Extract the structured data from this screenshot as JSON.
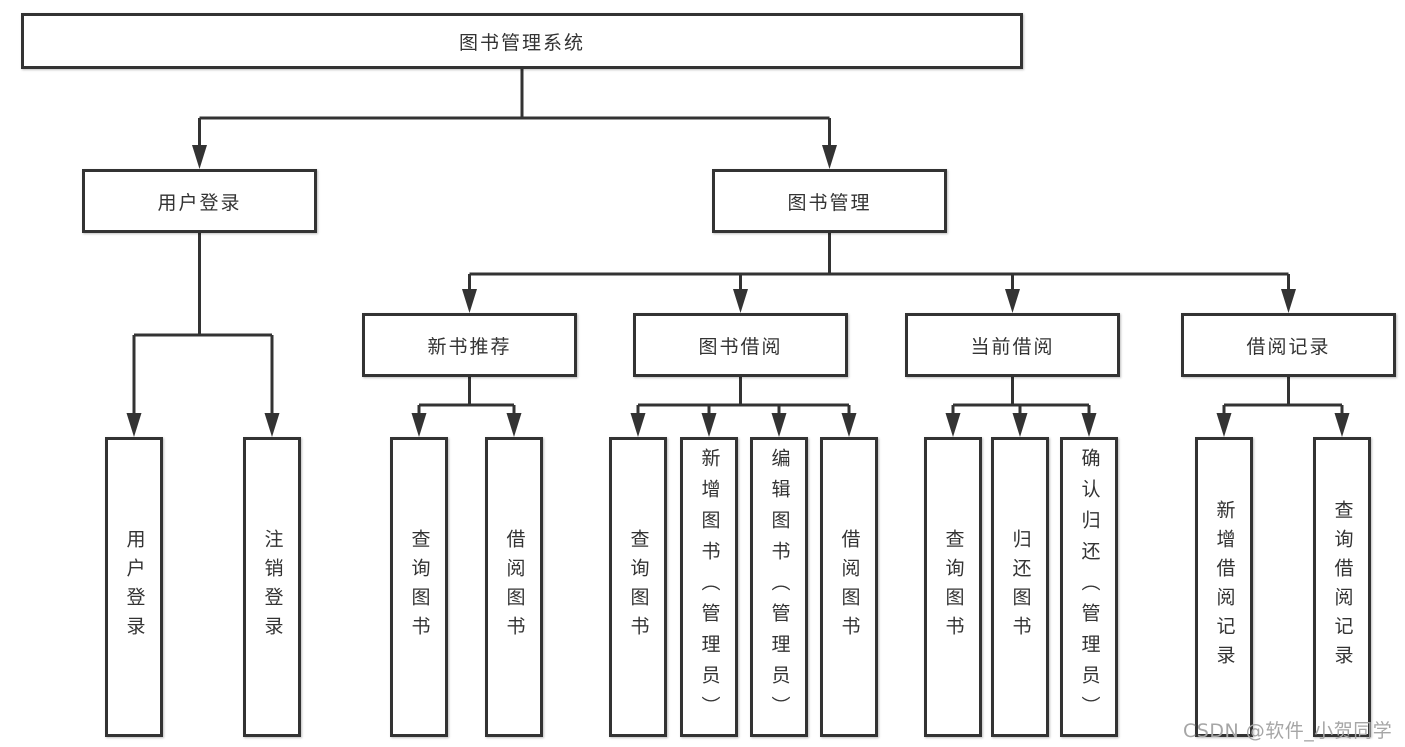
{
  "diagram": {
    "root": {
      "label": "图书管理系统"
    },
    "level2": {
      "user_login": {
        "label": "用户登录"
      },
      "book_management": {
        "label": "图书管理"
      }
    },
    "level3": {
      "new_book_recommend": {
        "label": "新书推荐"
      },
      "book_borrow": {
        "label": "图书借阅"
      },
      "current_borrow": {
        "label": "当前借阅"
      },
      "borrow_record": {
        "label": "借阅记录"
      }
    },
    "leaves": {
      "user_login": [
        "用户登录",
        "注销登录"
      ],
      "new_book_recommend": [
        "查询图书",
        "借阅图书"
      ],
      "book_borrow": [
        "查询图书",
        "新增图书（管理员）",
        "编辑图书（管理员）",
        "借阅图书"
      ],
      "current_borrow": [
        "查询图书",
        "归还图书",
        "确认归还（管理员）"
      ],
      "borrow_record": [
        "新增借阅记录",
        "查询借阅记录"
      ]
    },
    "watermark": "CSDN @软件_小贺同学",
    "colors": {
      "line": "#333333",
      "text": "#333333",
      "box_background": "#ffffff",
      "page_background": "#ffffff",
      "watermark": "#a6a6a6"
    }
  }
}
